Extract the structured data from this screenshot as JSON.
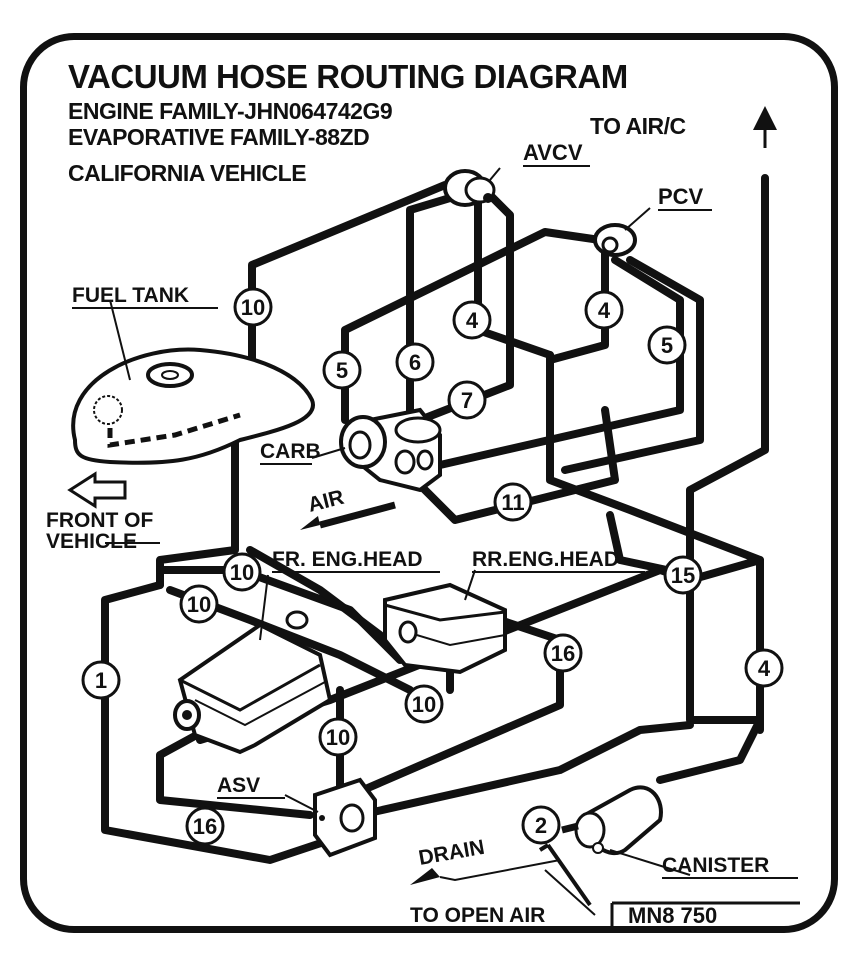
{
  "header": {
    "title": "VACUUM HOSE ROUTING DIAGRAM",
    "engine_family": "ENGINE FAMILY-JHN064742G9",
    "evaporative_family": "EVAPORATIVE FAMILY-88ZD",
    "vehicle": "CALIFORNIA VEHICLE"
  },
  "labels": {
    "to_air_c": "TO AIR/C",
    "avcv": "AVCV",
    "pcv": "PCV",
    "fuel_tank": "FUEL TANK",
    "carb": "CARB",
    "air": "AIR",
    "front_of_vehicle_1": "FRONT OF",
    "front_of_vehicle_2": "VEHICLE",
    "fr_eng_head": "FR. ENG.HEAD",
    "rr_eng_head": "RR.ENG.HEAD",
    "asv": "ASV",
    "canister": "CANISTER",
    "drain": "DRAIN",
    "to_open_air": "TO OPEN AIR",
    "part_code": "MN8  750"
  },
  "hose_numbers": [
    "10",
    "5",
    "6",
    "4",
    "4",
    "5",
    "7",
    "11",
    "15",
    "10",
    "10",
    "10",
    "10",
    "1",
    "16",
    "4",
    "16",
    "2"
  ],
  "colors": {
    "ink": "#111111",
    "paper": "#ffffff"
  }
}
